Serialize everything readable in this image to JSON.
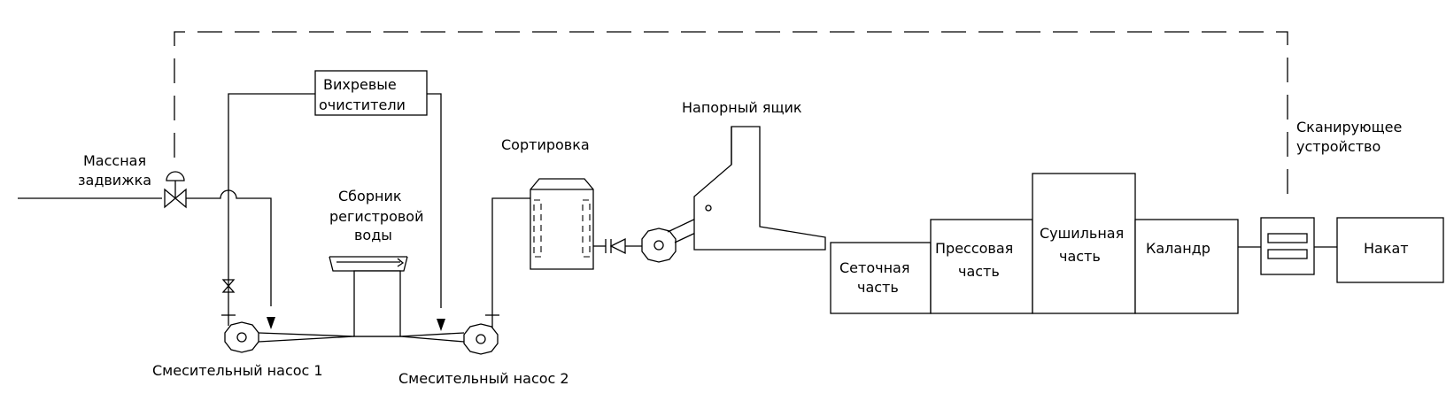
{
  "labels": {
    "vortex_cleaners_1": "Вихревые",
    "vortex_cleaners_2": "очистители",
    "pressure_box": "Напорный ящик",
    "scanner_1": "Сканирующее",
    "scanner_2": "устройство",
    "sorting": "Сортировка",
    "stock_valve_1": "Массная",
    "stock_valve_2": "задвижка",
    "collector_1": "Сборник",
    "collector_2": "регистровой",
    "collector_3": "воды",
    "wire_part_1": "Сеточная",
    "wire_part_2": "часть",
    "press_part_1": "Прессовая",
    "press_part_2": "часть",
    "dryer_part_1": "Сушильная",
    "dryer_part_2": "часть",
    "calender": "Каландр",
    "reel": "Накат",
    "mix_pump_1": "Смесительный насос 1",
    "mix_pump_2": "Смесительный насос 2"
  }
}
